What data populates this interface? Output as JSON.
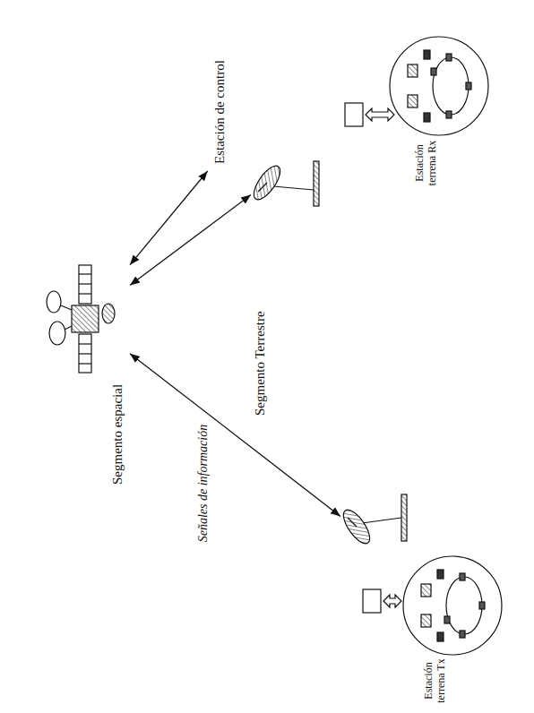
{
  "diagram": {
    "nodes": [
      {
        "text": [
          "Segmento espacial"
        ]
      },
      {
        "text": [
          "Estación de control"
        ]
      },
      {
        "text": [
          "Estación terrena Tx"
        ]
      },
      {
        "text": [
          "Estación terrena Rx"
        ]
      }
    ],
    "edges": [
      {
        "from": 0,
        "to": 1,
        "arrow": "both"
      },
      {
        "from": 0,
        "to": 2,
        "arrow": "both",
        "label": "Señales de información"
      },
      {
        "from": 0,
        "to": 3,
        "arrow": "both"
      }
    ],
    "labels": [
      "Segmento Terrestre"
    ]
  }
}
